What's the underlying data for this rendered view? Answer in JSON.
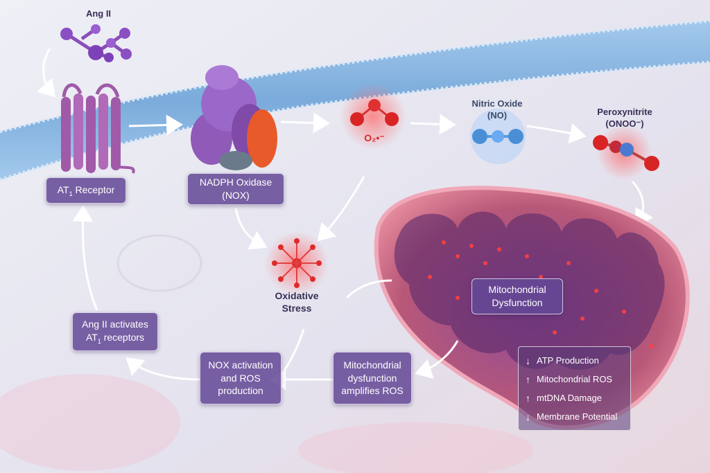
{
  "labels": {
    "ang2": "Ang II",
    "o2": "O₂•⁻",
    "no_title": "Nitric Oxide",
    "no_formula": "(NO)",
    "peroxy_title": "Peroxynitrite",
    "peroxy_formula": "(ONOO⁻)",
    "oxidative": "Oxidative",
    "stress": "Stress"
  },
  "boxes": {
    "at1_receptor": {
      "pre": "AT",
      "sub": "1",
      "post": " Receptor"
    },
    "nox": {
      "line1": "NADPH Oxidase",
      "line2": "(NOX)"
    },
    "ang2_activates": {
      "line1": "Ang II activates",
      "pre": "AT",
      "sub": "1",
      "post": " receptors"
    },
    "nox_activation": {
      "line1": "NOX activation",
      "line2": "and ROS",
      "line3": "production"
    },
    "mito_amplifies": {
      "line1": "Mitochondrial",
      "line2": "dysfunction",
      "line3": "amplifies ROS"
    },
    "mito_dysfunction": {
      "line1": "Mitochondrial",
      "line2": "Dysfunction"
    }
  },
  "effects": [
    {
      "dir": "↓",
      "text": "ATP Production"
    },
    {
      "dir": "↑",
      "text": "Mitochondrial ROS"
    },
    {
      "dir": "↑",
      "text": "mtDNA Damage"
    },
    {
      "dir": "↓",
      "text": "Membrane Potential"
    }
  ],
  "colors": {
    "membrane": "#7fb2e0",
    "box": "#6a4c98",
    "ros": "#e0282a",
    "no": "#4a8fd6",
    "mito": "#c84a6a"
  }
}
